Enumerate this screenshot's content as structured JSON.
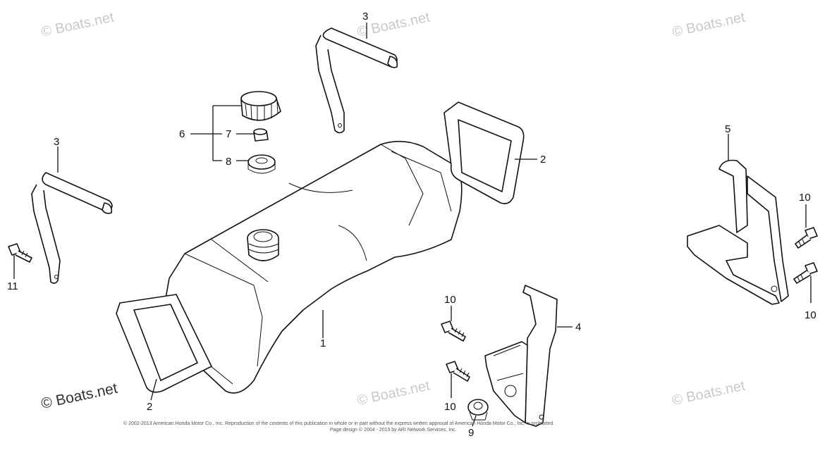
{
  "watermark": "© Boats.net",
  "copyright": {
    "line1": "© 2002-2013 American Honda Motor Co., Inc. Reproduction of the contents of this publication in whole or in part without the express written approval of American Honda Motor Co., Inc. is prohibited.",
    "line2": "Page design © 2004 - 2015 by ARI Network Services, Inc."
  },
  "callouts": {
    "c1": "1",
    "c2a": "2",
    "c2b": "2",
    "c3a": "3",
    "c3b": "3",
    "c4": "4",
    "c5": "5",
    "c6": "6",
    "c7": "7",
    "c8": "8",
    "c9": "9",
    "c10a": "10",
    "c10b": "10",
    "c10c": "10",
    "c10d": "10",
    "c11": "11"
  }
}
